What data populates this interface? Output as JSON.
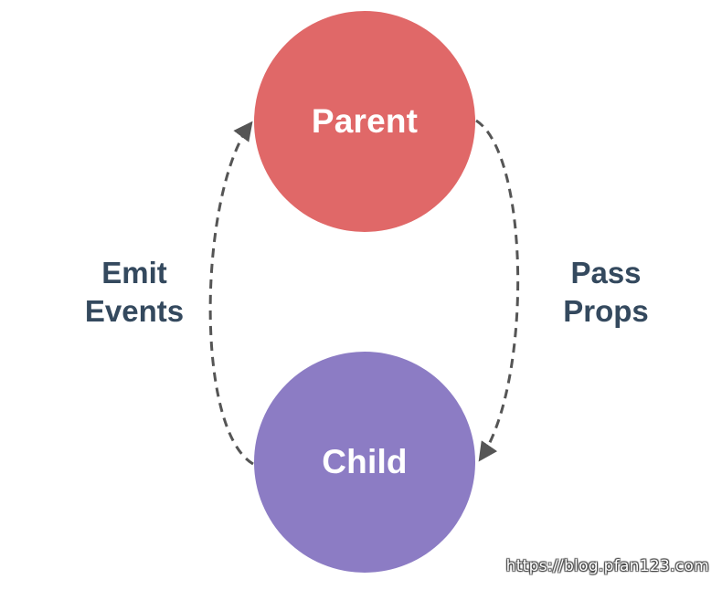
{
  "nodes": {
    "parent": {
      "label": "Parent",
      "color": "#e06868"
    },
    "child": {
      "label": "Child",
      "color": "#8c7cc4"
    }
  },
  "edges": {
    "emit": {
      "line1": "Emit",
      "line2": "Events"
    },
    "pass": {
      "line1": "Pass",
      "line2": "Props"
    }
  },
  "colors": {
    "edge": "#555555",
    "label": "#34495e"
  },
  "watermark": "https://blog.pfan123.com"
}
